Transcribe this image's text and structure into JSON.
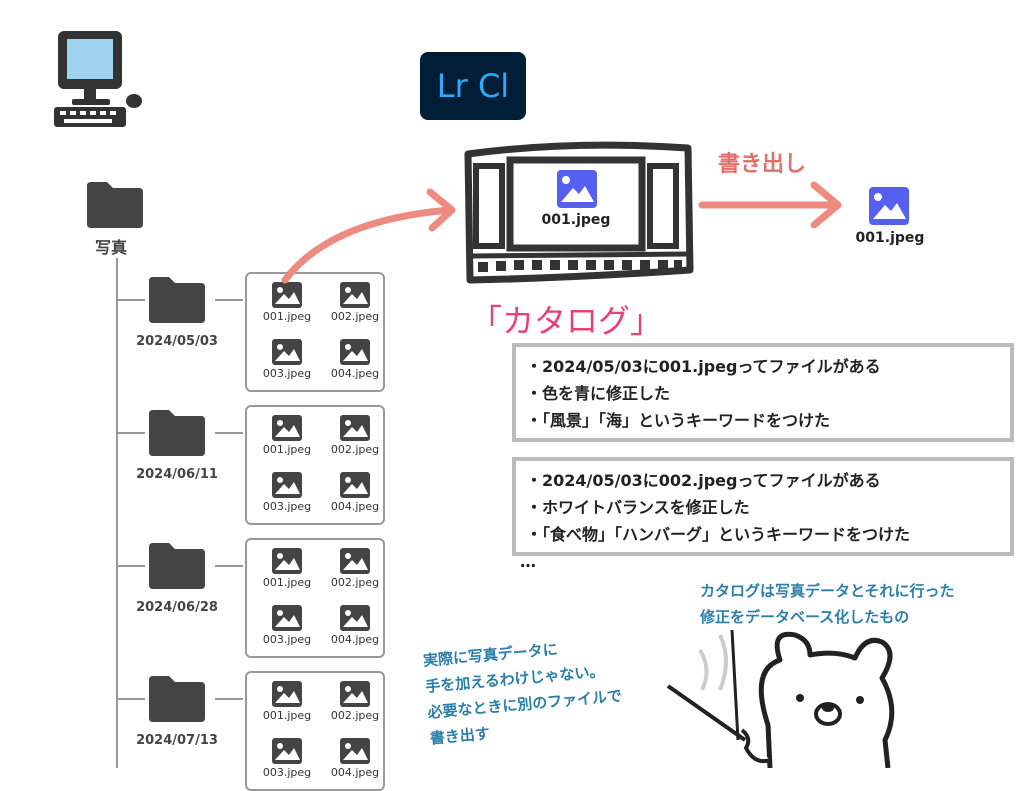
{
  "logo": {
    "text": "Lr Cl"
  },
  "root_folder": {
    "label": "写真"
  },
  "folders": [
    {
      "date": "2024/05/03",
      "files": [
        "001.jpeg",
        "002.jpeg",
        "003.jpeg",
        "004.jpeg"
      ]
    },
    {
      "date": "2024/06/11",
      "files": [
        "001.jpeg",
        "002.jpeg",
        "003.jpeg",
        "004.jpeg"
      ]
    },
    {
      "date": "2024/06/28",
      "files": [
        "001.jpeg",
        "002.jpeg",
        "003.jpeg",
        "004.jpeg"
      ]
    },
    {
      "date": "2024/07/13",
      "files": [
        "001.jpeg",
        "002.jpeg",
        "003.jpeg",
        "004.jpeg"
      ]
    }
  ],
  "catalog": {
    "file": "001.jpeg",
    "title": "「カタログ」"
  },
  "export": {
    "label": "書き出し",
    "file": "001.jpeg"
  },
  "entries": [
    [
      "・2024/05/03に001.jpegってファイルがある",
      "・色を青に修正した",
      "・「風景」「海」というキーワードをつけた"
    ],
    [
      "・2024/05/03に002.jpegってファイルがある",
      "・ホワイトバランスを修正した",
      "・「食べ物」「ハンバーグ」というキーワードをつけた"
    ]
  ],
  "ellipsis": "…",
  "notes": {
    "catalog_note": [
      "カタログは写真データとそれに行った",
      "修正をデータベース化したもの"
    ],
    "export_note": [
      "実際に写真データに",
      "手を加えるわけじゃない。",
      "必要なときに別のファイルで",
      "書き出す"
    ]
  },
  "colors": {
    "accent_pink": "#e8417a",
    "arrow": "#ef8a80",
    "image_icon": "#5560f0",
    "note_blue": "#2b7fa8",
    "logo_bg": "#001e36",
    "logo_text": "#31a8ff"
  }
}
